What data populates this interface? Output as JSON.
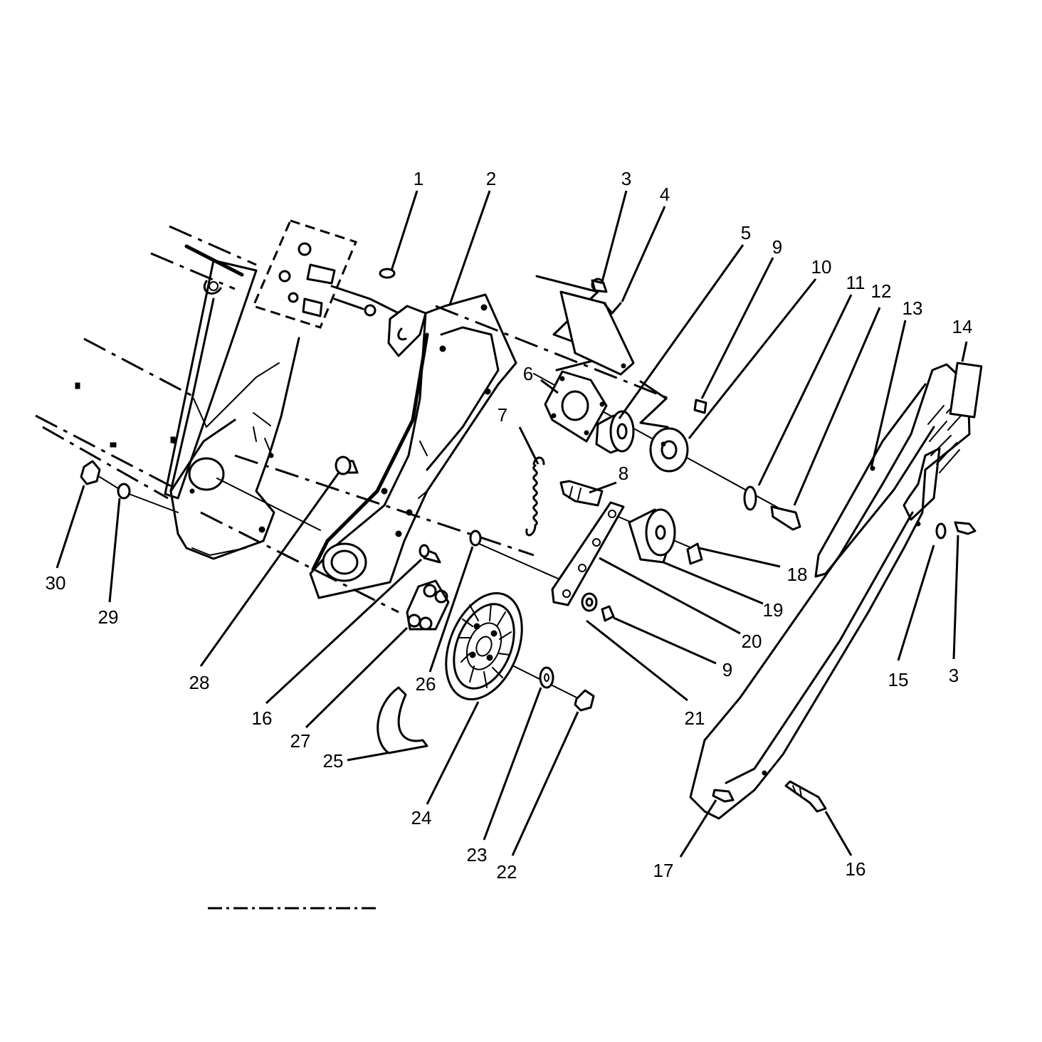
{
  "callouts": [
    {
      "id": "c1",
      "label": "1"
    },
    {
      "id": "c2",
      "label": "2"
    },
    {
      "id": "c3a",
      "label": "3"
    },
    {
      "id": "c4",
      "label": "4"
    },
    {
      "id": "c5",
      "label": "5"
    },
    {
      "id": "c9a",
      "label": "9"
    },
    {
      "id": "c10",
      "label": "10"
    },
    {
      "id": "c11",
      "label": "11"
    },
    {
      "id": "c12",
      "label": "12"
    },
    {
      "id": "c13",
      "label": "13"
    },
    {
      "id": "c14",
      "label": "14"
    },
    {
      "id": "c6",
      "label": "6"
    },
    {
      "id": "c7",
      "label": "7"
    },
    {
      "id": "c8",
      "label": "8"
    },
    {
      "id": "c18",
      "label": "18"
    },
    {
      "id": "c19",
      "label": "19"
    },
    {
      "id": "c20",
      "label": "20"
    },
    {
      "id": "c9b",
      "label": "9"
    },
    {
      "id": "c21",
      "label": "21"
    },
    {
      "id": "c15",
      "label": "15"
    },
    {
      "id": "c3b",
      "label": "3"
    },
    {
      "id": "c30",
      "label": "30"
    },
    {
      "id": "c29",
      "label": "29"
    },
    {
      "id": "c28",
      "label": "28"
    },
    {
      "id": "c16a",
      "label": "16"
    },
    {
      "id": "c27",
      "label": "27"
    },
    {
      "id": "c26",
      "label": "26"
    },
    {
      "id": "c25",
      "label": "25"
    },
    {
      "id": "c24",
      "label": "24"
    },
    {
      "id": "c23",
      "label": "23"
    },
    {
      "id": "c22",
      "label": "22"
    },
    {
      "id": "c17",
      "label": "17"
    },
    {
      "id": "c16b",
      "label": "16"
    }
  ]
}
